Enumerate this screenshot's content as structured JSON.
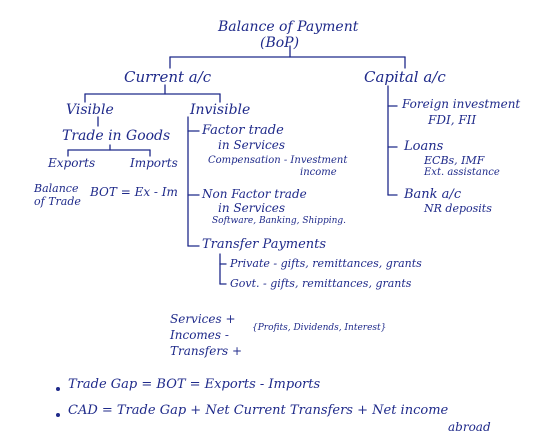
{
  "title": {
    "line1": "Balance of Payment",
    "line2": "(BoP)"
  },
  "current": {
    "label": "Current a/c",
    "visible": {
      "label": "Visible",
      "trade": "Trade in Goods",
      "exports": "Exports",
      "imports": "Imports",
      "bot_label_1": "Balance",
      "bot_label_2": "of Trade",
      "bot_formula": "BOT = Ex - Im"
    },
    "invisible": {
      "label": "Invisible",
      "factor": {
        "line1": "Factor trade",
        "line2": "in Services",
        "detail1": "Compensation - Investment",
        "detail2": "income"
      },
      "nonfactor": {
        "line1": "Non Factor trade",
        "line2": "in Services",
        "detail": "Software, Banking, Shipping."
      },
      "transfer": {
        "label": "Transfer Payments",
        "private": "Private - gifts, remittances, grants",
        "govt": "Govt. - gifts, remittances, grants"
      }
    }
  },
  "capital": {
    "label": "Capital a/c",
    "fi": {
      "line1": "Foreign investment",
      "line2": "FDI, FII"
    },
    "loans": {
      "line1": "Loans",
      "line2": "ECBs, IMF",
      "line3": "Ext. assistance"
    },
    "bank": {
      "line1": "Bank a/c",
      "line2": "NR deposits"
    }
  },
  "summary": {
    "services": "Services +",
    "incomes": "Incomes -",
    "incomes_detail": "{Profits, Dividends, Interest}",
    "transfers": "Transfers +"
  },
  "bullets": {
    "trade_gap": "Trade Gap = BOT = Exports - Imports",
    "cad": "CAD = Trade Gap + Net Current Transfers + Net income",
    "cad_2": "abroad"
  }
}
